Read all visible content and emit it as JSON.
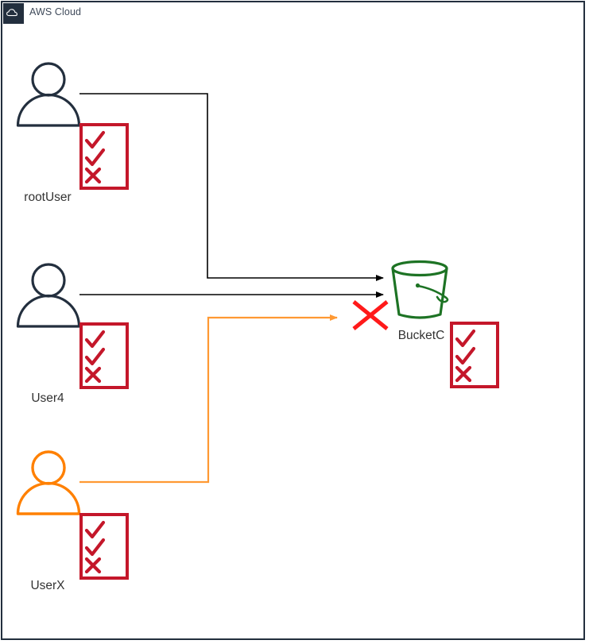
{
  "container": {
    "title": "AWS Cloud",
    "icon": "aws-cloud-icon",
    "border_color": "#232f3e",
    "badge_color": "#232f3e"
  },
  "colors": {
    "actor_default": "#232f3e",
    "actor_highlight": "#ff8000",
    "policy_border": "#c4172a",
    "policy_check": "#c4172a",
    "policy_cross": "#c4172a",
    "bucket": "#1d7324",
    "deny_x": "#ff1a1a",
    "arrow_allow": "#000000",
    "arrow_denied": "#ff9933",
    "label_text": "#333333"
  },
  "actors": [
    {
      "id": "root-user",
      "label": "rootUser",
      "color": "#232f3e",
      "policy": {
        "rows": [
          "check",
          "check",
          "cross"
        ]
      }
    },
    {
      "id": "user4",
      "label": "User4",
      "color": "#232f3e",
      "policy": {
        "rows": [
          "check",
          "check",
          "cross"
        ]
      }
    },
    {
      "id": "user-x",
      "label": "UserX",
      "color": "#ff8000",
      "policy": {
        "rows": [
          "check",
          "check",
          "cross"
        ]
      }
    }
  ],
  "resource": {
    "id": "bucket-c",
    "label": "BucketC",
    "type": "s3-bucket",
    "color": "#1d7324",
    "policy": {
      "rows": [
        "check",
        "check",
        "cross"
      ]
    }
  },
  "connections": [
    {
      "id": "root-user-to-bucket",
      "from": "rootUser",
      "to": "BucketC",
      "style": "elbow",
      "color": "#000000",
      "status": "allowed"
    },
    {
      "id": "user4-to-bucket",
      "from": "User4",
      "to": "BucketC",
      "style": "straight",
      "color": "#000000",
      "status": "allowed"
    },
    {
      "id": "user-x-to-bucket",
      "from": "UserX",
      "to": "BucketC",
      "style": "elbow",
      "color": "#ff9933",
      "status": "denied"
    }
  ],
  "deny_marker": {
    "id": "access-denied-x",
    "symbol": "X",
    "color": "#ff1a1a"
  }
}
